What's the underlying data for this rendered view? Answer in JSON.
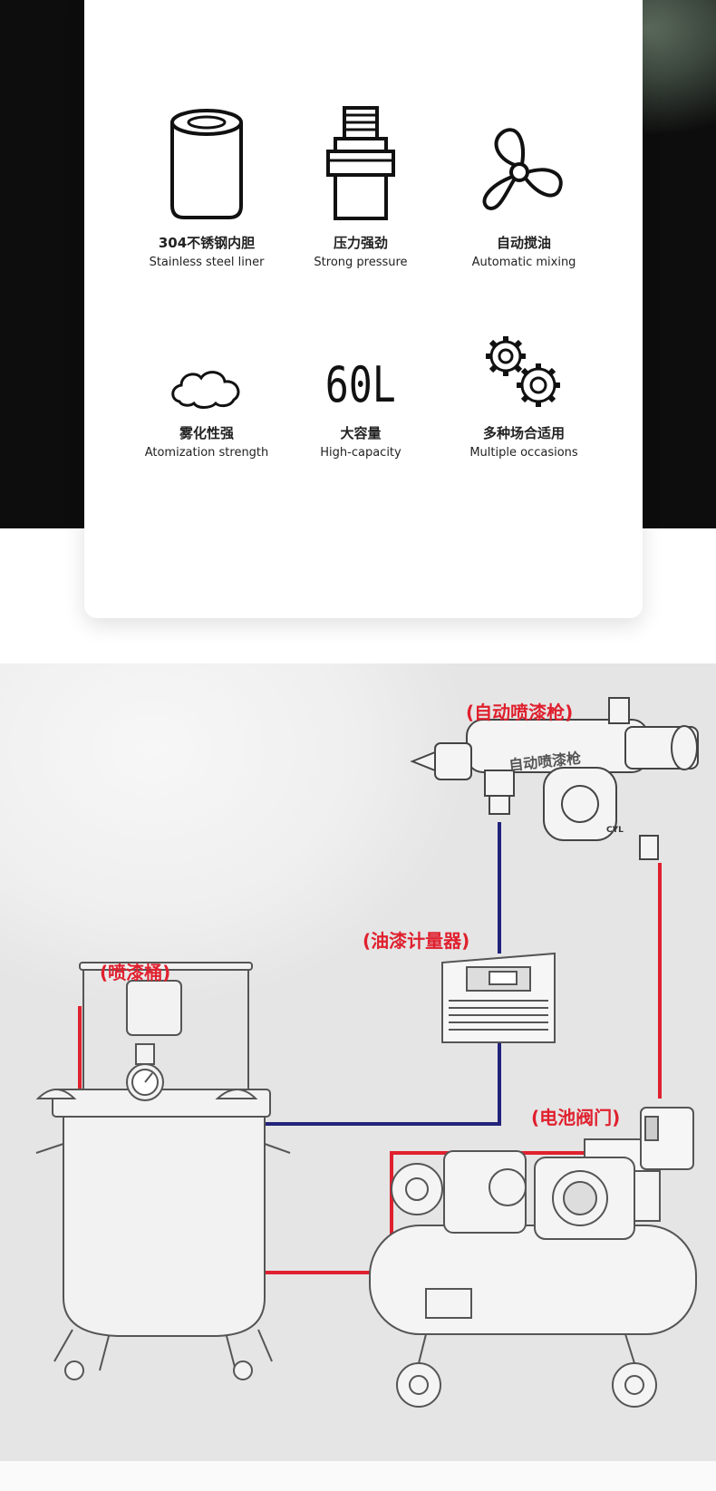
{
  "features": [
    {
      "cn": "304不锈钢内胆",
      "en": "Stainless steel liner",
      "icon": "cylinder-liner-icon"
    },
    {
      "cn": "压力强劲",
      "en": "Strong pressure",
      "icon": "pressure-pump-icon"
    },
    {
      "cn": "自动搅油",
      "en": "Automatic mixing",
      "icon": "propeller-icon"
    },
    {
      "cn": "雾化性强",
      "en": "Atomization strength",
      "icon": "cloud-icon"
    },
    {
      "cn": "大容量",
      "en": "High-capacity",
      "icon": "capacity-60l-icon"
    },
    {
      "cn": "多种场合适用",
      "en": "Multiple occasions",
      "icon": "gears-icon"
    }
  ],
  "capacity_glyph": "60L",
  "diagram": {
    "spray_gun_label": "(自动喷漆枪)",
    "spray_gun_body_text": "自动喷漆枪",
    "spray_gun_model": "CYL",
    "meter_label": "(油漆计量器)",
    "tank_label": "(喷漆桶)",
    "valve_label": "(电池阀门)",
    "colors": {
      "blue_line": "#22237a",
      "red_line": "#e0202e"
    }
  }
}
